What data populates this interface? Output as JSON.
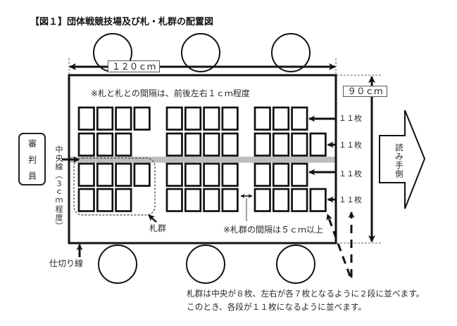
{
  "title": "【図１】団体戦競技場及び札・札群の配置図",
  "dimensions": {
    "width_label": "１２０ｃｍ",
    "depth_label": "９０ｃｍ"
  },
  "notes": {
    "card_spacing": "※札と札との間隔は、前後左右１ｃｍ程度",
    "group_spacing": "※札群の間隔は５ｃｍ以上"
  },
  "labels": {
    "referee": "審判員",
    "center_line": "中央線（３ｃｍ程度）",
    "card_group": "札群",
    "partition_line": "仕切り線",
    "reader_side": "読み手側"
  },
  "rows": [
    {
      "count_label": "１１枚",
      "group_counts": [
        4,
        4,
        3
      ]
    },
    {
      "count_label": "１１枚",
      "group_counts": [
        3,
        4,
        4
      ]
    },
    {
      "count_label": "１１枚",
      "group_counts": [
        4,
        4,
        3
      ]
    },
    {
      "count_label": "１１枚",
      "group_counts": [
        3,
        4,
        4
      ]
    }
  ],
  "description": [
    "札群は中央が８枚、左右が各７枚となるように２段に並べます。",
    "このとき、各段が１１枚になるように並べます。"
  ],
  "colors": {
    "line": "#111111",
    "center_band": "#bdbdbd"
  }
}
